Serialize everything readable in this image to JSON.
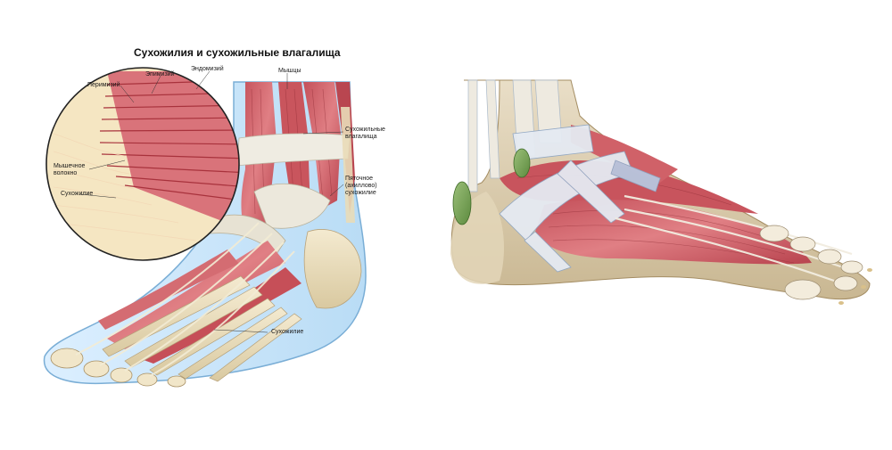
{
  "diagram": {
    "title": "Сухожилия и сухожильные влагалища",
    "labels": {
      "endomysium": "Эндомизий",
      "epimysium": "Эпимизий",
      "perimysium": "Перимизий",
      "muscle_fiber": "Мышечное\nволокно",
      "tendon_inset": "Сухожилие",
      "muscle": "Мышцы",
      "tendon_sheaths": "Сухожильные\nвлагалища",
      "calcaneal_tendon": "Пяточное\n(ахиллово)\nсухожилие",
      "tendon_bottom": "Сухожилие"
    }
  }
}
